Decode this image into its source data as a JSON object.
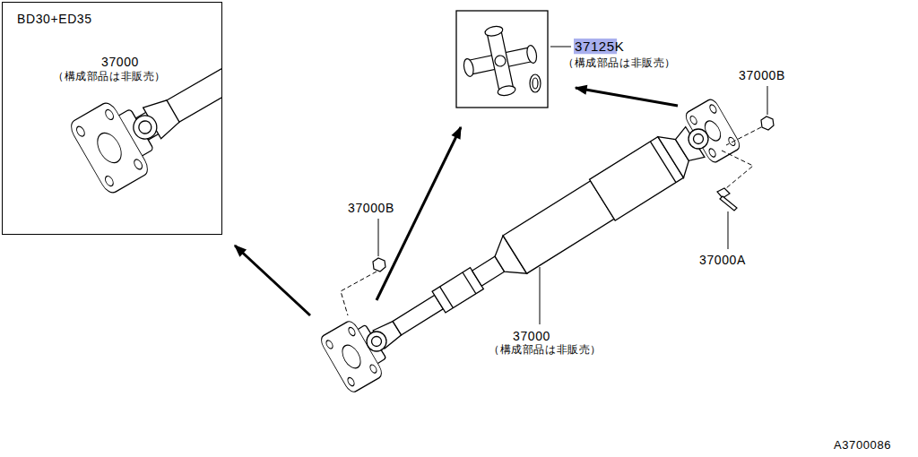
{
  "diagram": {
    "nodes": [
      {
        "text": [
          "BD30+ED35",
          "37000",
          "（構成部品は非販売）"
        ]
      }
    ],
    "labels": [
      "37125K",
      "（構成部品は非販売）",
      "37000B",
      "37000A",
      "37000B",
      "37000",
      "（構成部品は非販売）",
      "A3700086"
    ]
  }
}
